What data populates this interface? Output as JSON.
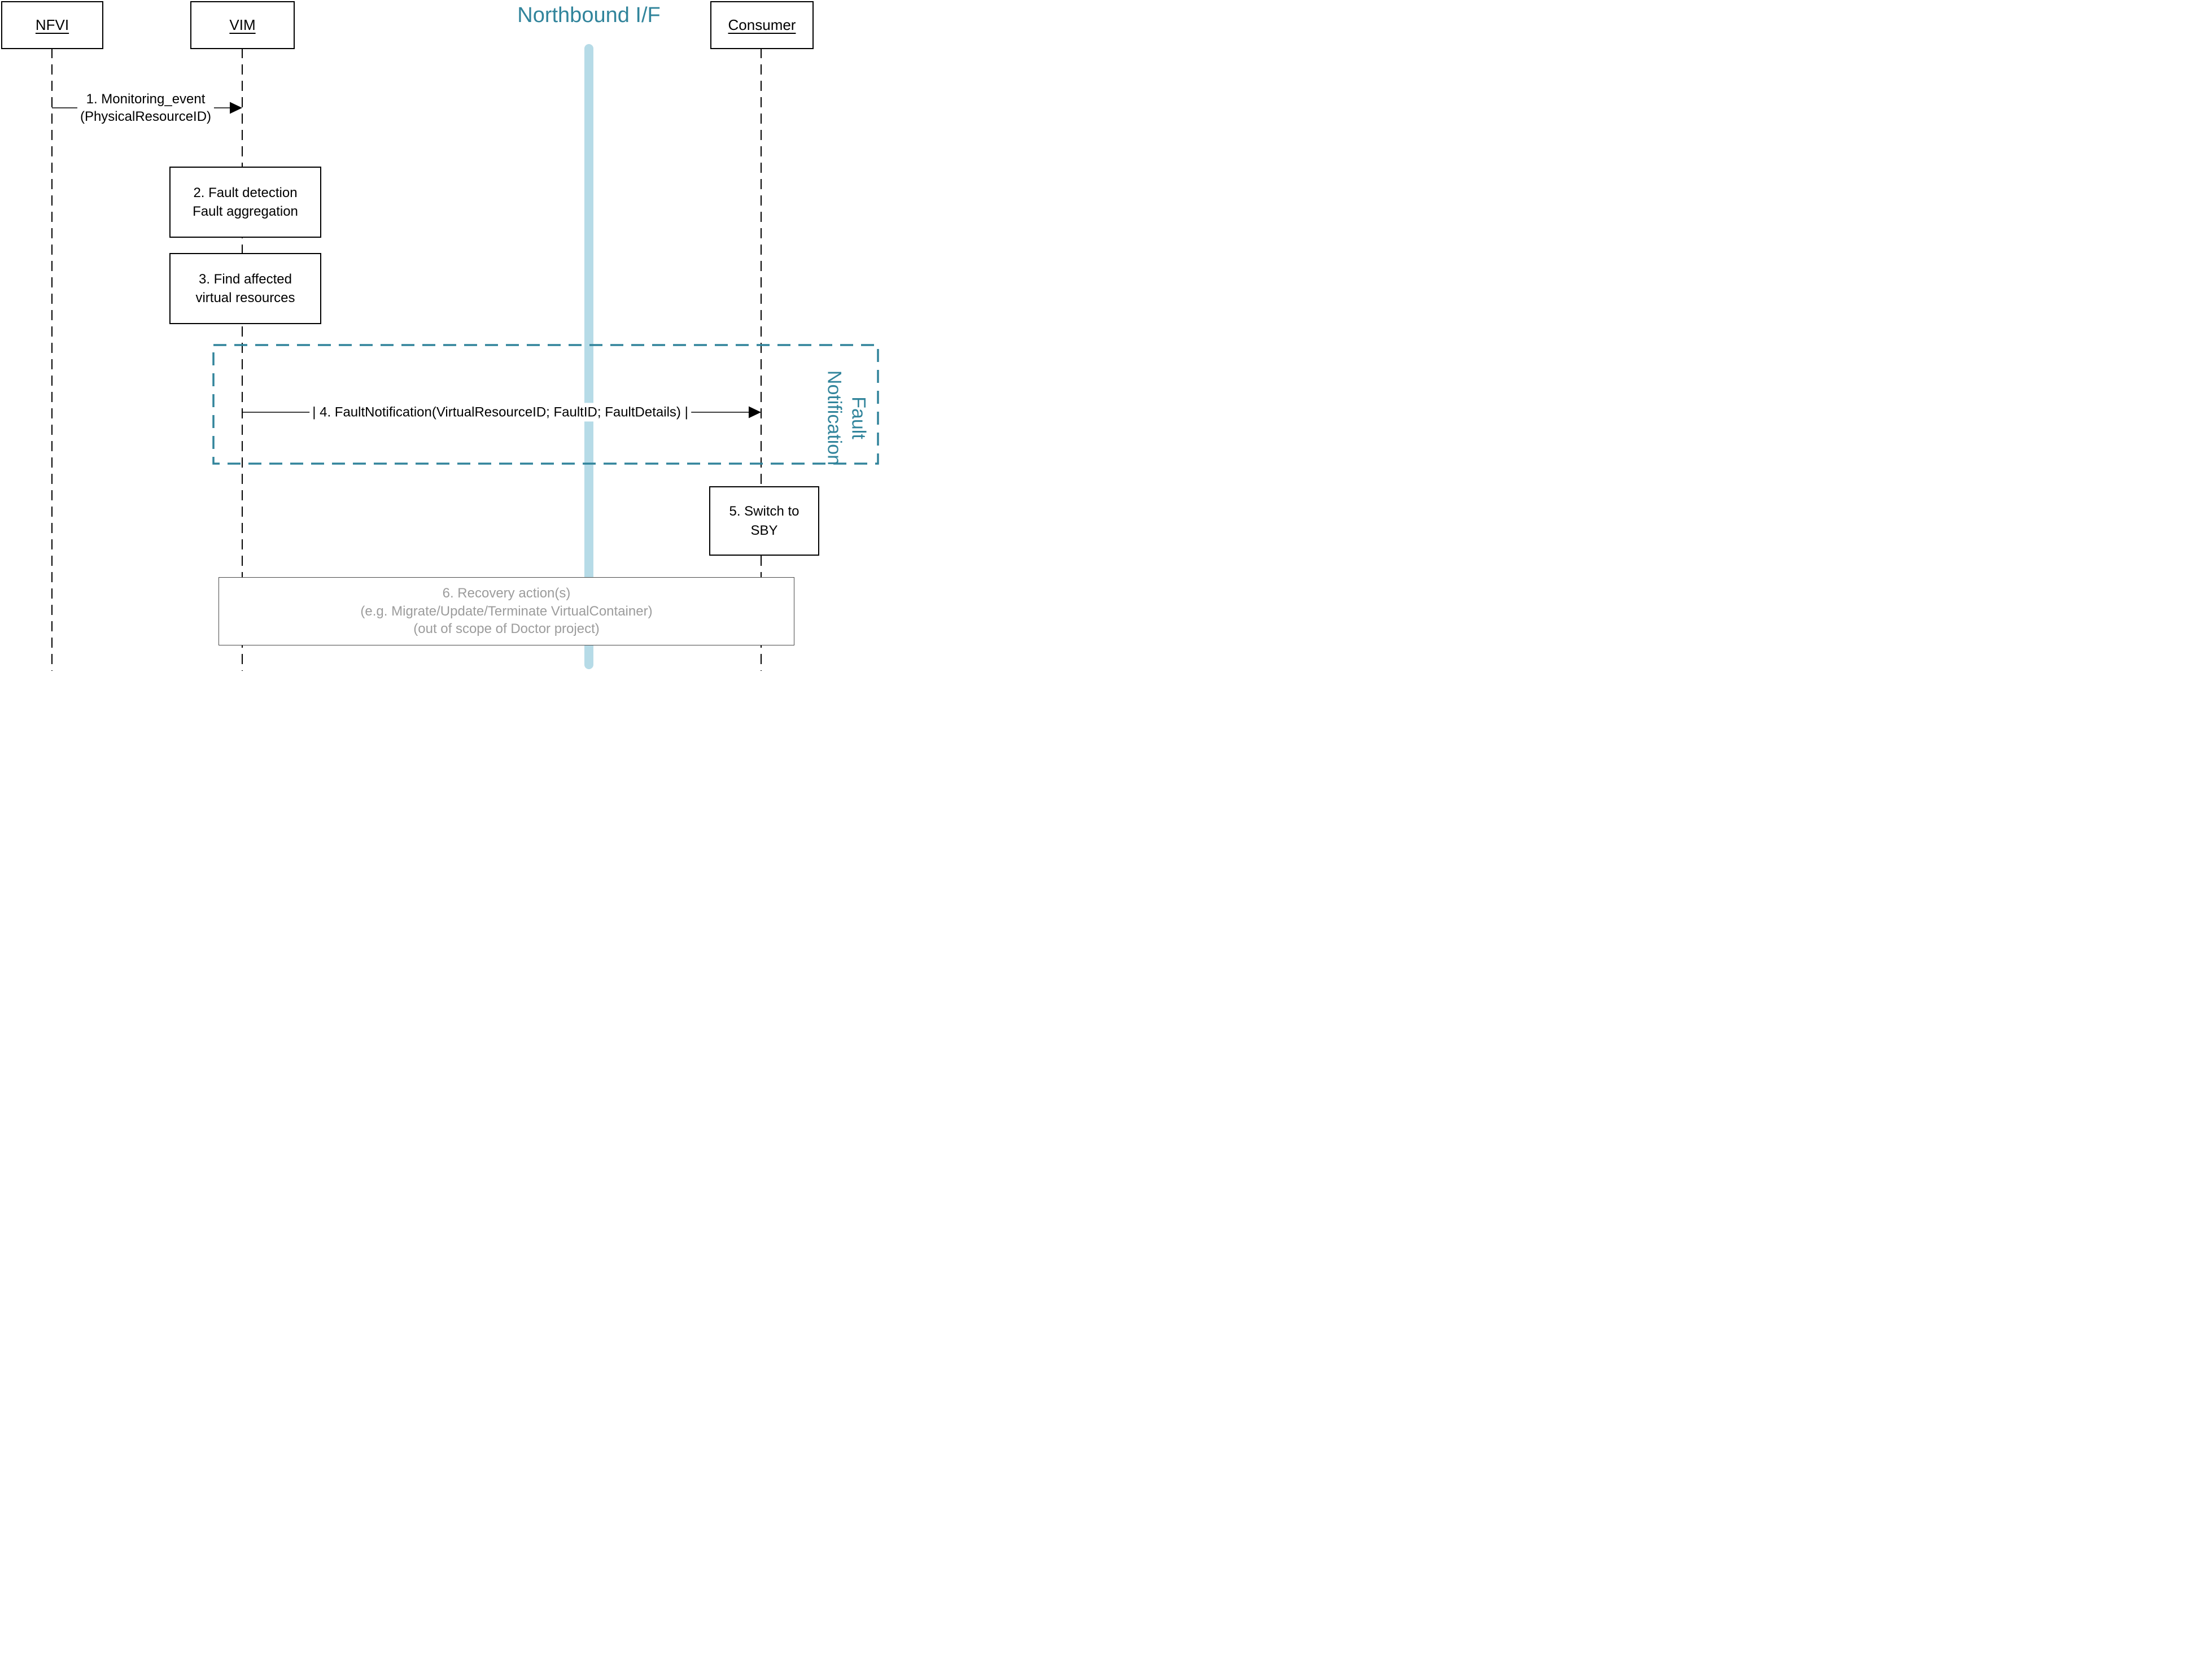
{
  "diagram": {
    "title": "Northbound I/F",
    "actors": [
      {
        "id": "nfvi",
        "label": "NFVI"
      },
      {
        "id": "vim",
        "label": "VIM"
      },
      {
        "id": "consumer",
        "label": "Consumer"
      }
    ],
    "messages": {
      "monitoring_event": {
        "line1": "1. Monitoring_event",
        "line2": "(PhysicalResourceID)"
      },
      "fault_notification": {
        "label": "| 4. FaultNotification(VirtualResourceID; FaultID; FaultDetails) |"
      }
    },
    "steps": {
      "fault_detection": {
        "line1": "2. Fault detection",
        "line2": "Fault aggregation"
      },
      "find_affected": {
        "line1": "3. Find affected",
        "line2": "virtual resources"
      },
      "switch_to_sby": {
        "line1": "5. Switch to",
        "line2": "SBY"
      },
      "recovery_action": {
        "line1": "6. Recovery action(s)",
        "line2": "(e.g. Migrate/Update/Terminate VirtualContainer)",
        "line3": "(out of scope of Doctor project)"
      }
    },
    "group_label": {
      "line1": "Fault",
      "line2": "Notification"
    },
    "colors": {
      "teal": "#31849b",
      "light_blue": "#b6dbe7",
      "gray_text": "#9c9c9c",
      "gray_border": "#4a4a4a"
    }
  }
}
